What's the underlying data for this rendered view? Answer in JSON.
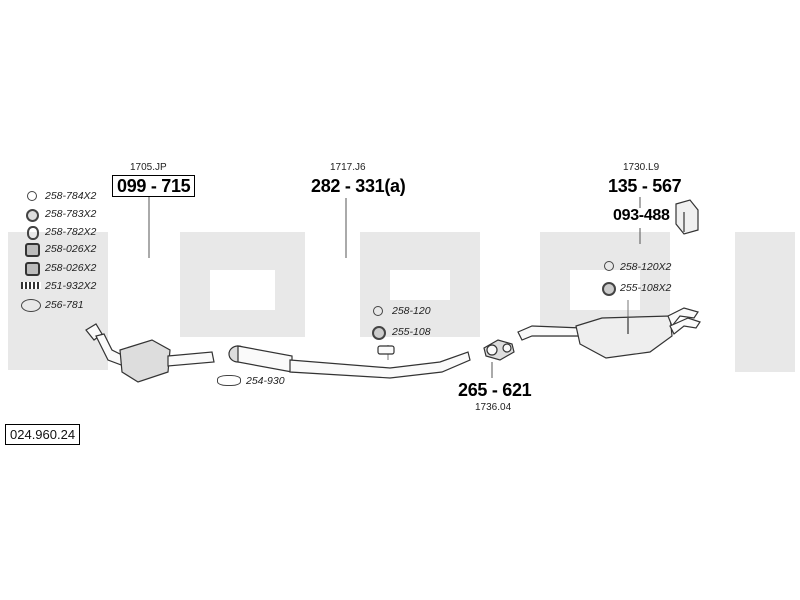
{
  "document_number": "024.960.24",
  "groups": [
    {
      "ref": "1705.JP",
      "part": "099 - 715",
      "accessories": [
        {
          "icon": "ring-icon",
          "text": "258-784X2"
        },
        {
          "icon": "gasket-icon",
          "text": "258-783X2"
        },
        {
          "icon": "spring-icon",
          "text": "258-782X2"
        },
        {
          "icon": "hex-nut-icon",
          "text": "258-026X2"
        },
        {
          "icon": "hex-nut-icon",
          "text": "258-026X2"
        },
        {
          "icon": "coil-spring-icon",
          "text": "251-932X2"
        },
        {
          "icon": "oval-gasket-icon",
          "text": "256-781"
        }
      ]
    },
    {
      "ref": "1717.J6",
      "part": "282 - 331(a)",
      "accessories": [
        {
          "icon": "ring-icon",
          "text": "258-120"
        },
        {
          "icon": "rubber-mount-icon",
          "text": "255-108"
        },
        {
          "icon": "clamp-icon",
          "text": "254-930"
        }
      ]
    },
    {
      "ref": "1736.04",
      "part": "265 - 621",
      "accessories": []
    },
    {
      "ref": "1730.L9",
      "part": "135 - 567",
      "kit_part": "093-488",
      "accessories": [
        {
          "icon": "ring-icon",
          "text": "258-120X2"
        },
        {
          "icon": "rubber-mount-icon",
          "text": "255-108X2"
        }
      ]
    }
  ]
}
